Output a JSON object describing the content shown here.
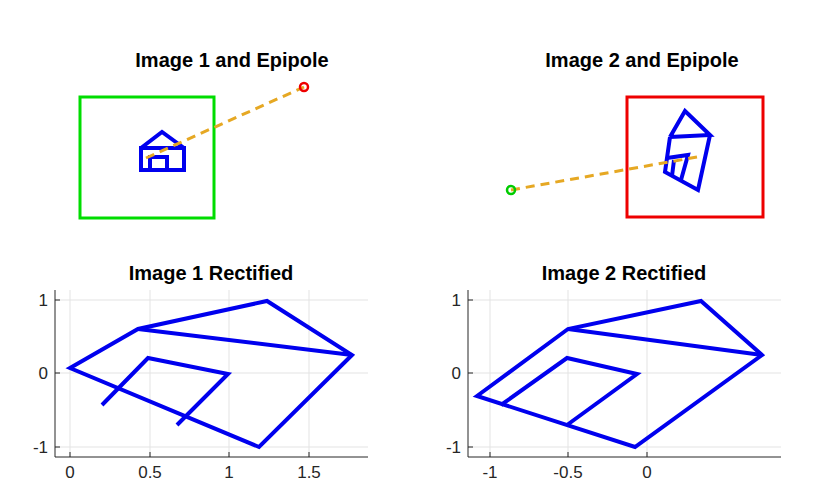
{
  "diagram": {
    "labels": [
      "Image 1 and Epipole",
      "Image 2 and Epipole",
      "Image 1 Rectified",
      "Image 2 Rectified",
      "1",
      "0",
      "-1",
      "0",
      "0.5",
      "1",
      "1.5",
      "1",
      "0",
      "-1",
      "-1",
      "-0.5",
      "0"
    ]
  }
}
